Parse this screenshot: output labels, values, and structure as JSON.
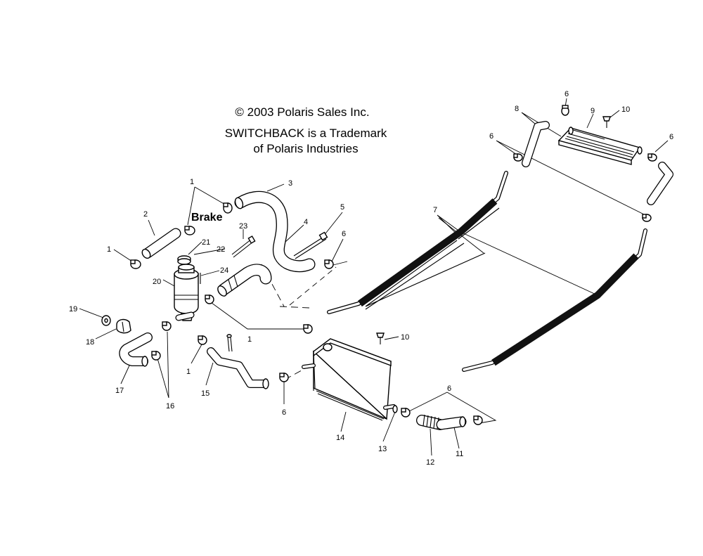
{
  "notice": {
    "copyright": "© 2003 Polaris Sales Inc.",
    "trademark_line1": "SWITCHBACK is a Trademark",
    "trademark_line2": "of Polaris Industries"
  },
  "brake_label": "Brake",
  "callouts": [
    {
      "id": "c1a",
      "text": "1"
    },
    {
      "id": "c1b",
      "text": "1"
    },
    {
      "id": "c1c",
      "text": "1"
    },
    {
      "id": "c1d",
      "text": "1"
    },
    {
      "id": "c2",
      "text": "2"
    },
    {
      "id": "c3",
      "text": "3"
    },
    {
      "id": "c4",
      "text": "4"
    },
    {
      "id": "c5",
      "text": "5"
    },
    {
      "id": "c6a",
      "text": "6"
    },
    {
      "id": "c6b",
      "text": "6"
    },
    {
      "id": "c6c",
      "text": "6"
    },
    {
      "id": "c6d",
      "text": "6"
    },
    {
      "id": "c6e",
      "text": "6"
    },
    {
      "id": "c6f",
      "text": "6"
    },
    {
      "id": "c7",
      "text": "7"
    },
    {
      "id": "c8",
      "text": "8"
    },
    {
      "id": "c9",
      "text": "9"
    },
    {
      "id": "c10a",
      "text": "10"
    },
    {
      "id": "c10b",
      "text": "10"
    },
    {
      "id": "c11",
      "text": "11"
    },
    {
      "id": "c12",
      "text": "12"
    },
    {
      "id": "c13",
      "text": "13"
    },
    {
      "id": "c14",
      "text": "14"
    },
    {
      "id": "c15",
      "text": "15"
    },
    {
      "id": "c16",
      "text": "16"
    },
    {
      "id": "c17",
      "text": "17"
    },
    {
      "id": "c18",
      "text": "18"
    },
    {
      "id": "c19",
      "text": "19"
    },
    {
      "id": "c20",
      "text": "20"
    },
    {
      "id": "c21",
      "text": "21"
    },
    {
      "id": "c22",
      "text": "22"
    },
    {
      "id": "c23",
      "text": "23"
    },
    {
      "id": "c24",
      "text": "24"
    }
  ]
}
